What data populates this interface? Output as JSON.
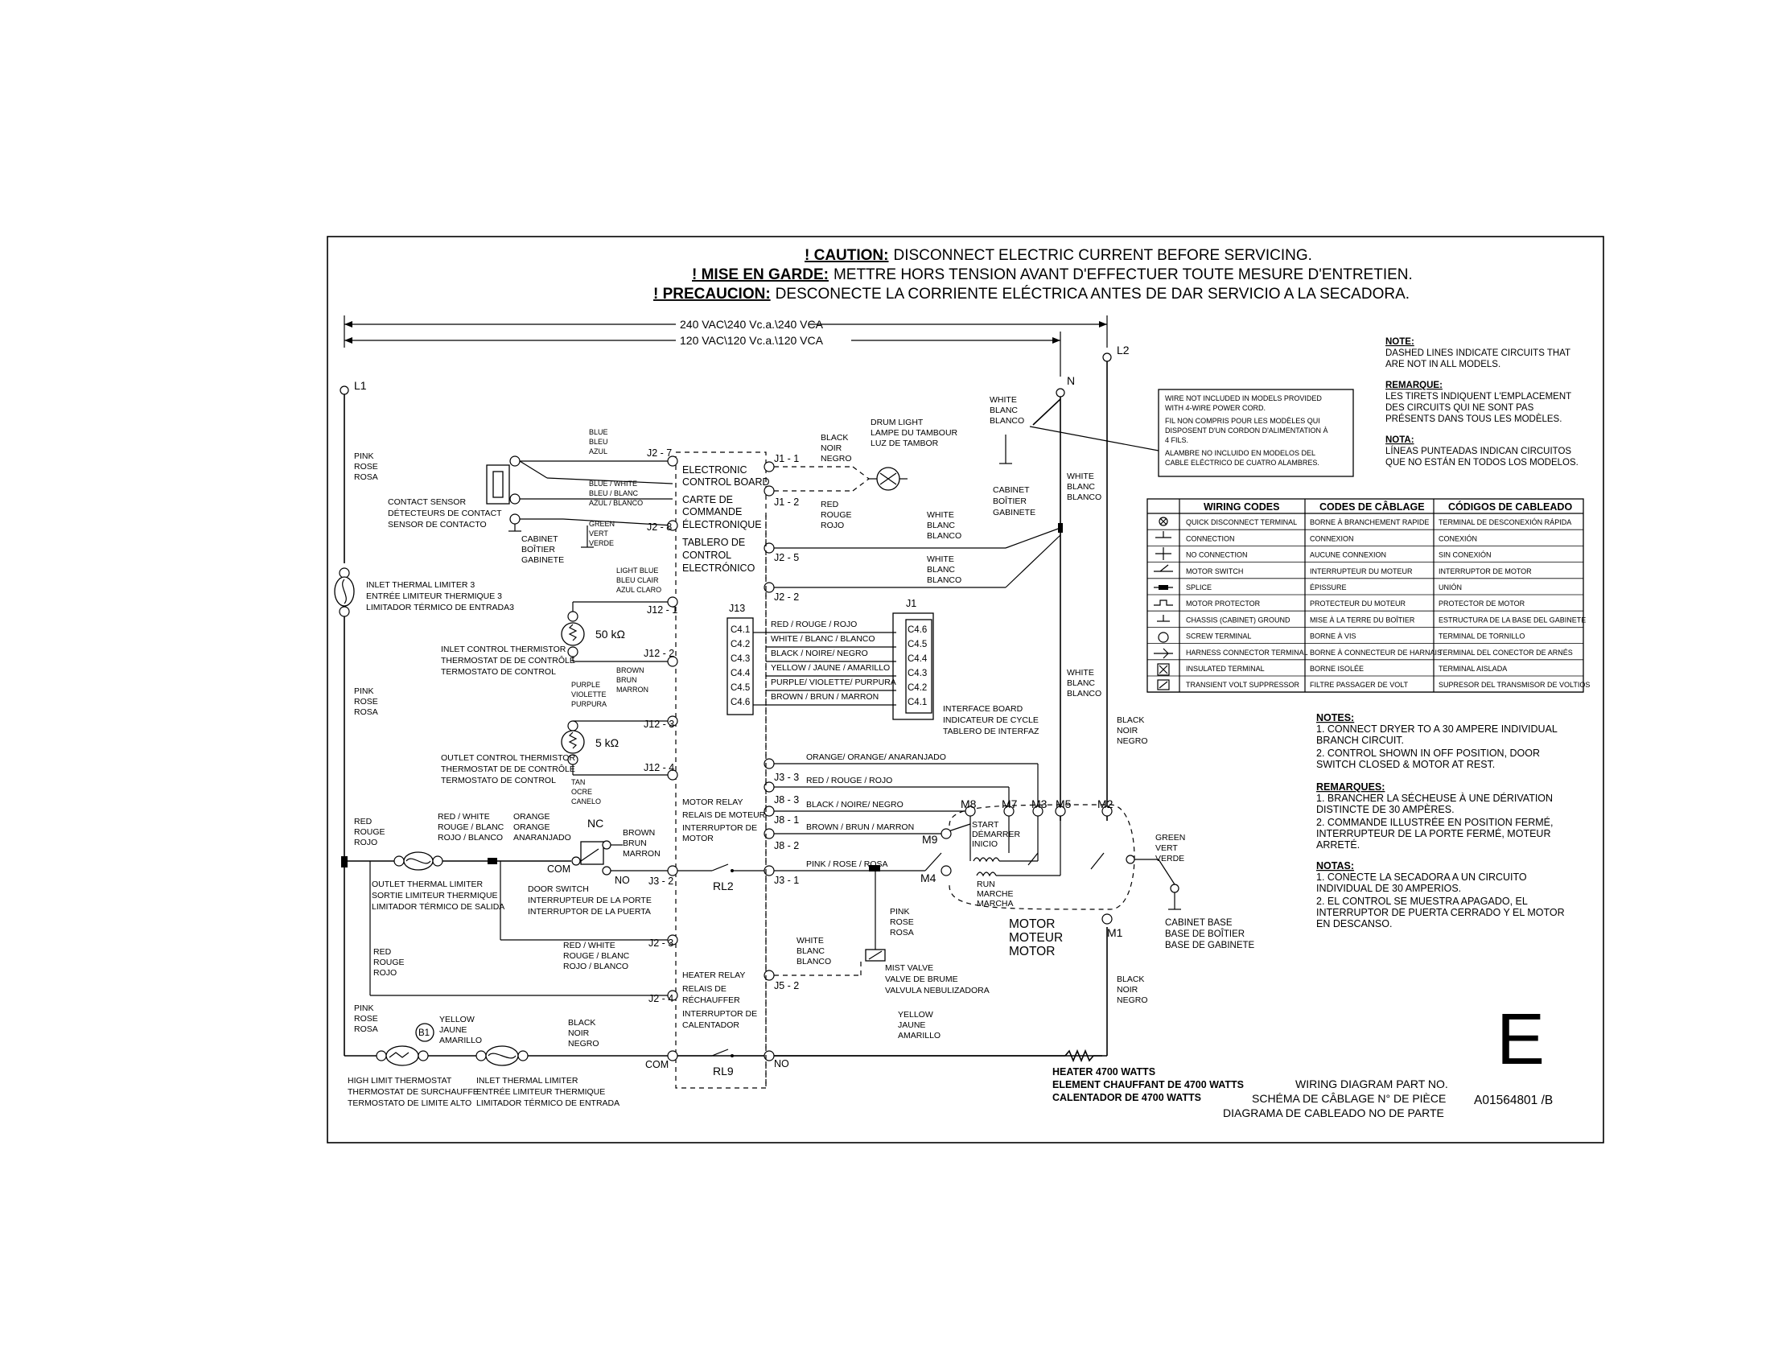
{
  "caution": {
    "en_label": "! CAUTION:",
    "en_text": "DISCONNECT ELECTRIC CURRENT BEFORE SERVICING.",
    "fr_label": "! MISE EN GARDE:",
    "fr_text": "METTRE HORS TENSION AVANT D'EFFECTUER TOUTE MESURE D'ENTRETIEN.",
    "es_label": "! PRECAUCION:",
    "es_text": "DESCONECTE LA CORRIENTE ELÉCTRICA ANTES DE DAR SERVICIO A LA SECADORA."
  },
  "voltage": {
    "v240": "240 VAC\\240 Vc.a.\\240 VCA",
    "v120": "120 VAC\\120 Vc.a.\\120 VCA"
  },
  "lines": {
    "l1": "L1",
    "l2": "L2",
    "n": "N"
  },
  "colors": {
    "pink": [
      "PINK",
      "ROSE",
      "ROSA"
    ],
    "blue": [
      "BLUE",
      "BLEU",
      "AZUL"
    ],
    "blue_white": [
      "BLUE / WHITE",
      "BLEU / BLANC",
      "AZUL / BLANCO"
    ],
    "green": [
      "GREEN",
      "VERT",
      "VERDE"
    ],
    "light_blue": [
      "LIGHT BLUE",
      "BLEU CLAIR",
      "AZUL CLARO"
    ],
    "brown": [
      "BROWN",
      "BRUN",
      "MARRON"
    ],
    "purple": [
      "PURPLE",
      "VIOLETTE",
      "PURPURA"
    ],
    "tan": [
      "TAN",
      "OCRE",
      "CANELO"
    ],
    "black": [
      "BLACK",
      "NOIR",
      "NEGRO"
    ],
    "red": [
      "RED",
      "ROUGE",
      "ROJO"
    ],
    "white": [
      "WHITE",
      "BLANC",
      "BLANCO"
    ],
    "red_white": [
      "RED / WHITE",
      "ROUGE / BLANC",
      "ROJO / BLANCO"
    ],
    "orange": [
      "ORANGE",
      "ORANGE",
      "ANARANJADO"
    ],
    "yellow": [
      "YELLOW",
      "JAUNE",
      "AMARILLO"
    ]
  },
  "components": {
    "contact_sensor": [
      "CONTACT SENSOR",
      "DÉTECTEURS DE CONTACT",
      "SENSOR DE CONTACTO"
    ],
    "cabinet": [
      "CABINET",
      "BOÎTIER",
      "GABINETE"
    ],
    "inlet_thermal_limiter3": [
      "INLET THERMAL LIMITER 3",
      "ENTRÉE LIMITEUR THERMIQUE 3",
      "LIMITADOR TÉRMICO DE ENTRADA3"
    ],
    "inlet_control_thermistor": [
      "INLET CONTROL THERMISTOR",
      "THERMOSTAT DE DE CONTRÔLE",
      "TERMOSTATO DE CONTROL"
    ],
    "outlet_control_thermistor": [
      "OUTLET CONTROL THERMISTOR",
      "THERMOSTAT DE DE CONTRÔLE",
      "TERMOSTATO DE CONTROL"
    ],
    "r50k": "50 kΩ",
    "r5k": "5 kΩ",
    "outlet_thermal_limiter": [
      "OUTLET THERMAL LIMITER",
      "SORTIE LIMITEUR THERMIQUE",
      "LIMITADOR TÉRMICO DE SALIDA"
    ],
    "door_switch": [
      "DOOR SWITCH",
      "INTERRUPTEUR DE LA PORTE",
      "INTERRUPTOR DE LA PUERTA"
    ],
    "high_limit": [
      "HIGH LIMIT THERMOSTAT",
      "THERMOSTAT DE SURCHAUFFE",
      "TERMOSTATO DE LIMITE ALTO"
    ],
    "inlet_thermal_limiter": [
      "INLET THERMAL LIMITER",
      "ENTRÉE LIMITEUR THERMIQUE",
      "LIMITADOR TÉRMICO DE ENTRADA"
    ],
    "b1": "B1",
    "drum_light": [
      "DRUM LIGHT",
      "LAMPE DU TAMBOUR",
      "LUZ DE TAMBOR"
    ],
    "ecb": [
      "ELECTRONIC",
      "CONTROL BOARD",
      "CARTE DE",
      "COMMANDE",
      "ÉLECTRONIQUE",
      "TABLERO DE",
      "CONTROL",
      "ELECTRÓNICO"
    ],
    "motor_relay": [
      "MOTOR RELAY",
      "RELAIS DE MOTEUR",
      "INTERRUPTOR DE",
      "MOTOR"
    ],
    "heater_relay": [
      "HEATER RELAY",
      "RELAIS DE",
      "RÉCHAUFFER",
      "INTERRUPTOR DE",
      "CALENTADOR"
    ],
    "rl2": "RL2",
    "rl9": "RL9",
    "interface_board": [
      "INTERFACE BOARD",
      "INDICATEUR DE CYCLE",
      "TABLERO DE INTERFAZ"
    ],
    "mist_valve": [
      "MIST VALVE",
      "VALVE DE BRUME",
      "VALVULA NEBULIZADORA"
    ],
    "motor": [
      "MOTOR",
      "MOTEUR",
      "MOTOR"
    ],
    "start": [
      "START",
      "DÉMARRER",
      "INICIO"
    ],
    "run": [
      "RUN",
      "MARCHE",
      "MARCHA"
    ],
    "cabinet_base": [
      "CABINET BASE",
      "BASE DE BOÎTIER",
      "BASE DE GABINETE"
    ],
    "heater": [
      "HEATER 4700 WATTS",
      "ELEMENT CHAUFFANT DE 4700 WATTS",
      "CALENTADOR DE 4700 WATTS"
    ],
    "nc": "NC",
    "no": "NO",
    "com": "COM"
  },
  "connectors": {
    "j2_7": "J2 - 7",
    "j2_8": "J2 - 8",
    "j1_1": "J1 - 1",
    "j1_2": "J1 - 2",
    "j2_5": "J2 - 5",
    "j2_2": "J2 - 2",
    "j12_1": "J12 - 1",
    "j12_2": "J12 - 2",
    "j12_3": "J12 - 3",
    "j12_4": "J12 - 4",
    "j3_3": "J3 - 3",
    "j8_3": "J8 - 3",
    "j8_1": "J8 - 1",
    "j8_2": "J8 - 2",
    "j3_2": "J3 - 2",
    "j3_1": "J3 - 1",
    "j2_3": "J2 - 3",
    "j2_4": "J2 - 4",
    "j5_2": "J5 - 2",
    "j13": "J13",
    "j1": "J1",
    "c41": "C4.1",
    "c42": "C4.2",
    "c43": "C4.3",
    "c44": "C4.4",
    "c45": "C4.5",
    "c46": "C4.6",
    "m1": "M1",
    "m2": "M2",
    "m3": "M3",
    "m4": "M4",
    "m5": "M5",
    "m7": "M7",
    "m8": "M8",
    "m9": "M9"
  },
  "harness": [
    "RED / ROUGE / ROJO",
    "WHITE / BLANC / BLANCO",
    "BLACK / NOIRE/ NEGRO",
    "YELLOW / JAUNE / AMARILLO",
    "PURPLE/ VIOLETTE/ PURPURA",
    "BROWN / BRUN / MARRON"
  ],
  "motor_wires": {
    "orange": "ORANGE/ ORANGE/ ANARANJADO",
    "red": "RED / ROUGE / ROJO",
    "black": "BLACK / NOIRE/ NEGRO",
    "brown": "BROWN / BRUN / MARRON",
    "pink": "PINK / ROSE / ROSA"
  },
  "wire_note": [
    "WIRE NOT INCLUDED IN MODELS PROVIDED",
    "WITH 4-WIRE POWER CORD.",
    "FIL NON COMPRIS POUR LES MODÈLES QUI",
    "DISPOSENT D'UN CORDON D'ALIMENTATION À",
    "4 FILS.",
    "ALAMBRE NO INCLUIDO EN MODELOS DEL",
    "CABLE ELÉCTRICO DE CUATRO ALAMBRES."
  ],
  "dashed_note": {
    "note_h": "NOTE:",
    "note": [
      "DASHED LINES INDICATE CIRCUITS THAT",
      "ARE NOT IN ALL MODELS."
    ],
    "rem_h": "REMARQUE:",
    "rem": [
      "LES TIRETS INDIQUENT L'EMPLACEMENT",
      "DES CIRCUITS QUI NE SONT PAS",
      "PRÉSENTS DANS TOUS LES MODÈLES."
    ],
    "nota_h": "NOTA:",
    "nota": [
      "LÍNEAS PUNTEADAS INDICAN CIRCUITOS",
      "QUE NO ESTÁN EN TODOS LOS MODELOS."
    ]
  },
  "wiring_codes": {
    "headers": [
      "WIRING CODES",
      "CODES DE CÂBLAGE",
      "CÓDIGOS DE CABLEADO"
    ],
    "rows": [
      [
        "QUICK DISCONNECT TERMINAL",
        "BORNE À BRANCHEMENT RAPIDE",
        "TERMINAL DE DESCONEXIÓN RÁPIDA"
      ],
      [
        "CONNECTION",
        "CONNEXION",
        "CONEXIÓN"
      ],
      [
        "NO CONNECTION",
        "AUCUNE CONNEXION",
        "SIN CONEXIÓN"
      ],
      [
        "MOTOR SWITCH",
        "INTERRUPTEUR DU MOTEUR",
        "INTERRUPTOR DE MOTOR"
      ],
      [
        "SPLICE",
        "ÉPISSURE",
        "UNIÓN"
      ],
      [
        "MOTOR PROTECTOR",
        "PROTECTEUR DU MOTEUR",
        "PROTECTOR DE MOTOR"
      ],
      [
        "CHASSIS (CABINET) GROUND",
        "MISE À LA TERRE DU BOÎTIER",
        "ESTRUCTURA DE LA BASE DEL GABINETE"
      ],
      [
        "SCREW TERMINAL",
        "BORNE À VIS",
        "TERMINAL DE TORNILLO"
      ],
      [
        "HARNESS CONNECTOR TERMINAL",
        "BORNE À CONNECTEUR DE HARNAIS",
        "TERMINAL DEL CONECTOR DE ARNÉS"
      ],
      [
        "INSULATED TERMINAL",
        "BORNE ISOLÉE",
        "TERMINAL AISLADA"
      ],
      [
        "TRANSIENT VOLT SUPPRESSOR",
        "FILTRE PASSAGER DE VOLT",
        "SUPRESOR DEL TRANSMISOR DE VOLTIOS"
      ]
    ]
  },
  "notes": {
    "notes_h": "NOTES:",
    "notes": [
      "1. CONNECT DRYER TO A 30 AMPERE INDIVIDUAL",
      "BRANCH CIRCUIT.",
      "2. CONTROL SHOWN IN OFF POSITION, DOOR",
      "SWITCH CLOSED & MOTOR AT REST."
    ],
    "rem_h": "REMARQUES:",
    "rem": [
      "1. BRANCHER LA SÉCHEUSE À UNE DÉRIVATION",
      "DISTINCTE DE 30 AMPÈRES.",
      "2. COMMANDE ILLUSTRÉE EN POSITION FERMÉ,",
      "INTERRUPTEUR DE LA PORTE FERMÉ, MOTEUR",
      "ARRETÉ."
    ],
    "notas_h": "NOTAS:",
    "notas": [
      "1. CONECTE LA SECADORA A UN CIRCUITO",
      "INDIVIDUAL DE 30 AMPERIOS.",
      "2. EL CONTROL SE MUESTRA APAGADO, EL",
      "INTERRUPTOR DE PUERTA CERRADO Y EL MOTOR",
      "EN DESCANSO."
    ]
  },
  "part": {
    "letter": "E",
    "labels": [
      "WIRING DIAGRAM PART NO.",
      "SCHÉMA DE CÂBLAGE N° DE PIÈCE",
      "DIAGRAMA DE CABLEADO NO DE PARTE"
    ],
    "number": "A01564801 /B"
  }
}
